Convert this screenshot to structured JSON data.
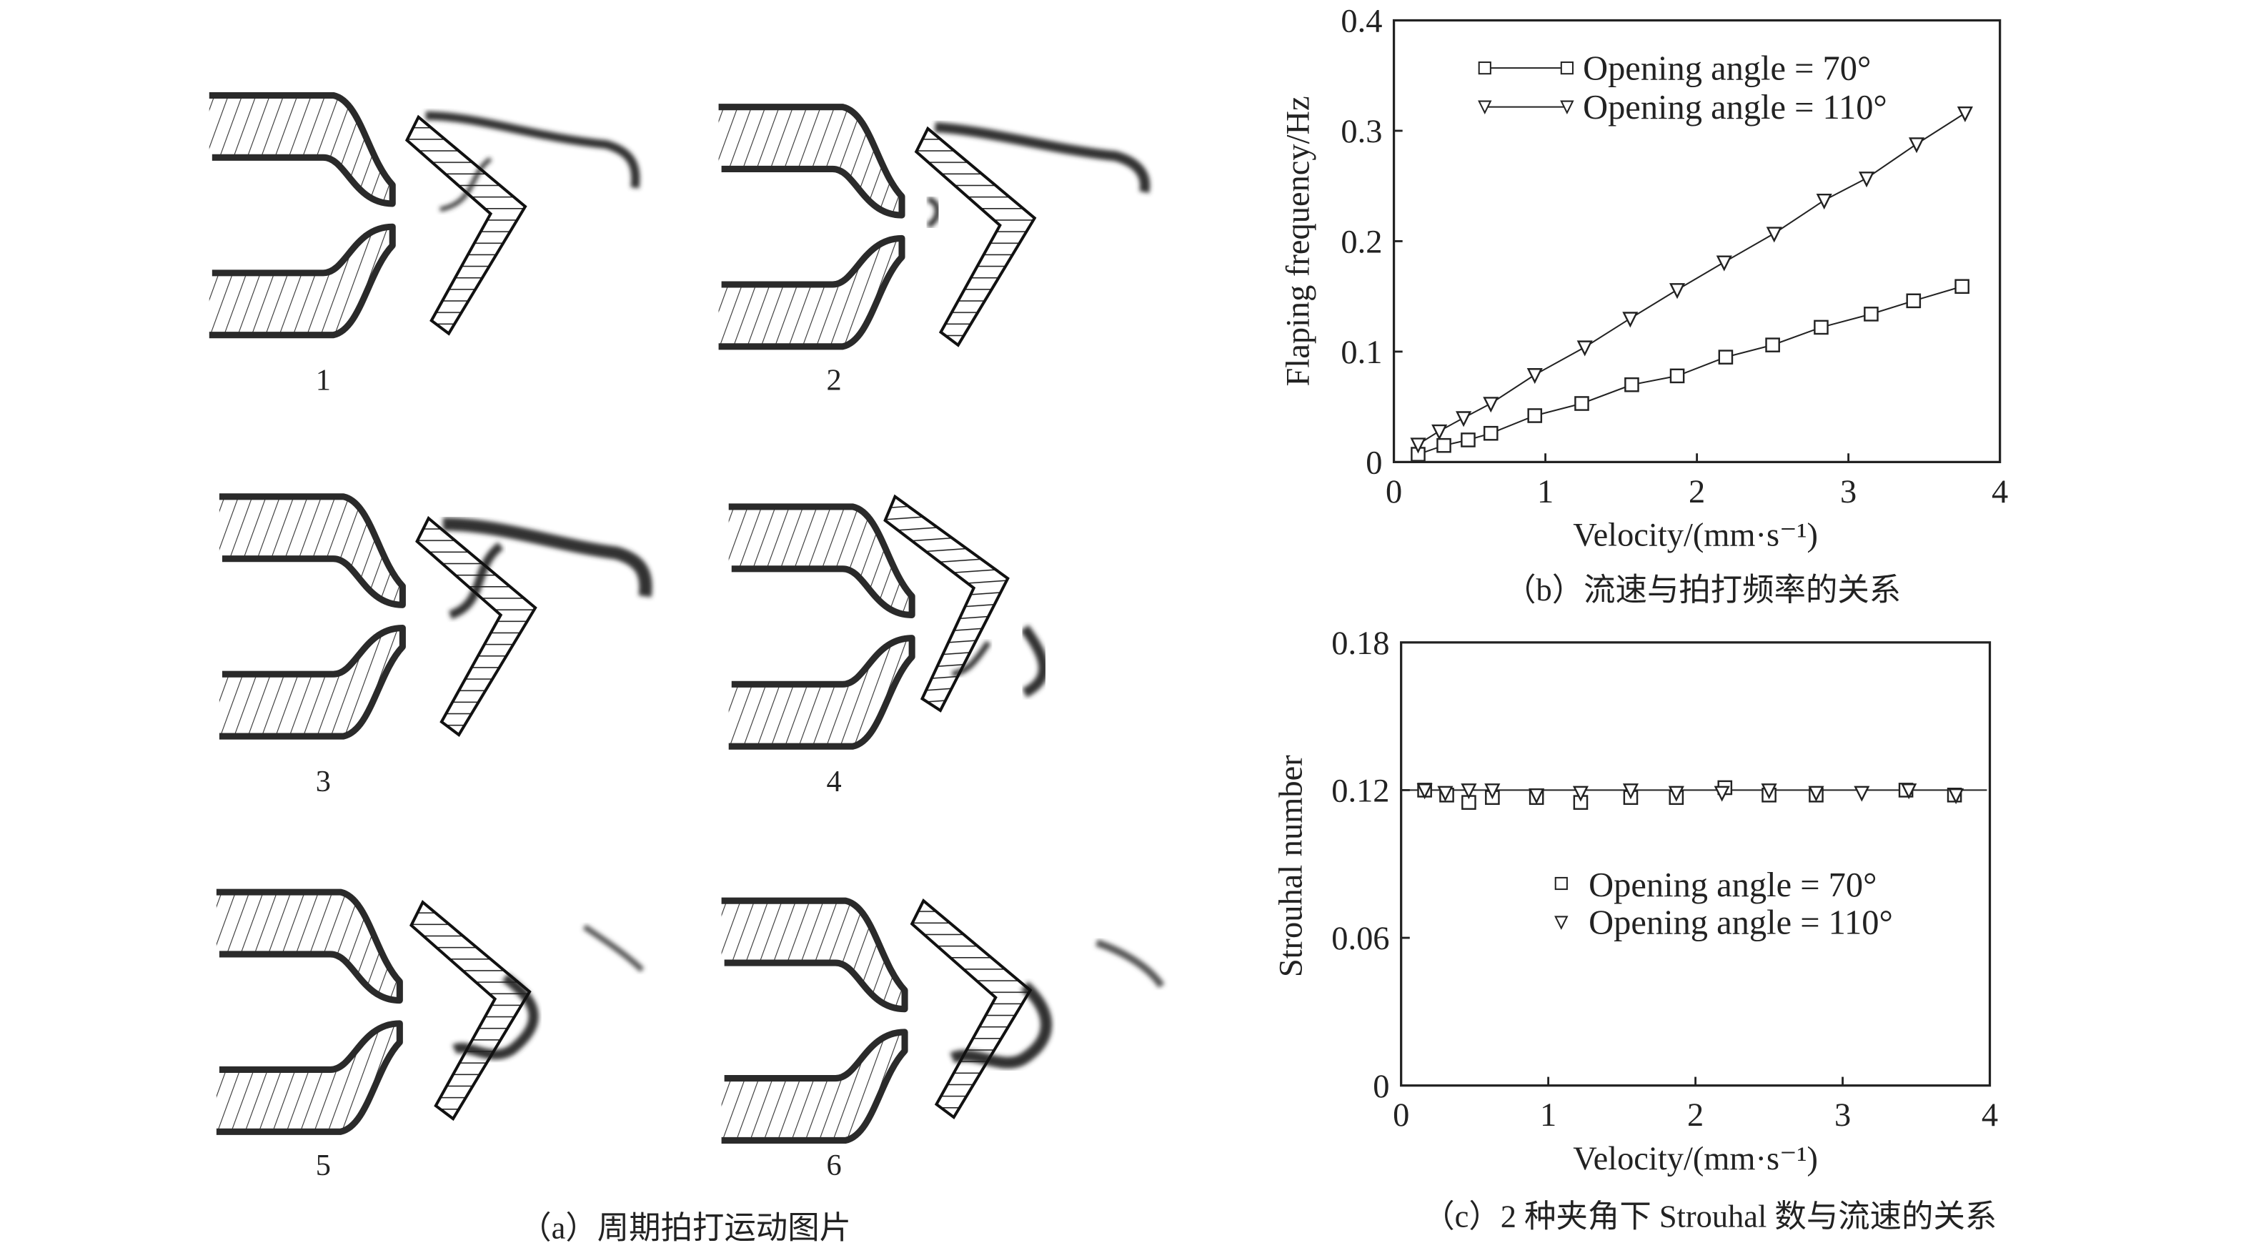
{
  "panel_a": {
    "frame_labels": [
      "1",
      "2",
      "3",
      "4",
      "5",
      "6"
    ],
    "caption": "（a）周期拍打运动图片"
  },
  "chart_data": [
    {
      "id": "b",
      "type": "line",
      "caption": "（b）流速与拍打频率的关系",
      "xlabel": "Velocity/(mm·s⁻¹)",
      "ylabel": "Flaping frequency/Hz",
      "xlim": [
        0,
        4
      ],
      "ylim": [
        0,
        0.4
      ],
      "xticks": [
        "0",
        "1",
        "2",
        "3",
        "4"
      ],
      "yticks": [
        "0",
        "0.1",
        "0.2",
        "0.3",
        "0.4"
      ],
      "legend_position": "top-right",
      "series": [
        {
          "name": "Opening angle = 70°",
          "marker": "square",
          "x": [
            0.16,
            0.33,
            0.49,
            0.64,
            0.93,
            1.24,
            1.57,
            1.87,
            2.19,
            2.5,
            2.82,
            3.15,
            3.43,
            3.75
          ],
          "y": [
            0.007,
            0.015,
            0.02,
            0.026,
            0.042,
            0.053,
            0.07,
            0.078,
            0.095,
            0.106,
            0.122,
            0.134,
            0.146,
            0.159
          ]
        },
        {
          "name": "Opening angle = 110°",
          "marker": "triangle-down",
          "x": [
            0.16,
            0.3,
            0.46,
            0.64,
            0.93,
            1.26,
            1.56,
            1.87,
            2.18,
            2.51,
            2.84,
            3.12,
            3.45,
            3.77
          ],
          "y": [
            0.016,
            0.028,
            0.04,
            0.053,
            0.079,
            0.104,
            0.13,
            0.156,
            0.181,
            0.207,
            0.237,
            0.257,
            0.288,
            0.316
          ]
        }
      ]
    },
    {
      "id": "c",
      "type": "scatter",
      "caption": "（c）2 种夹角下 Strouhal 数与流速的关系",
      "xlabel": "Velocity/(mm·s⁻¹)",
      "ylabel": "Strouhal number",
      "xlim": [
        0,
        4
      ],
      "ylim": [
        0,
        0.18
      ],
      "xticks": [
        "0",
        "1",
        "2",
        "3",
        "4"
      ],
      "yticks": [
        "0",
        "0.06",
        "0.12",
        "0.18"
      ],
      "reference_line": 0.12,
      "legend_position": "center-right",
      "series": [
        {
          "name": "Opening angle = 70°",
          "marker": "square",
          "x": [
            0.16,
            0.31,
            0.46,
            0.62,
            0.92,
            1.22,
            1.56,
            1.87,
            2.2,
            2.5,
            2.82,
            3.43,
            3.76
          ],
          "y": [
            0.12,
            0.118,
            0.115,
            0.117,
            0.117,
            0.115,
            0.117,
            0.117,
            0.121,
            0.118,
            0.118,
            0.12,
            0.118
          ]
        },
        {
          "name": "Opening angle = 110°",
          "marker": "triangle-down",
          "x": [
            0.16,
            0.3,
            0.46,
            0.62,
            0.92,
            1.22,
            1.56,
            1.87,
            2.18,
            2.5,
            2.82,
            3.13,
            3.45,
            3.77
          ],
          "y": [
            0.12,
            0.119,
            0.12,
            0.12,
            0.118,
            0.119,
            0.12,
            0.119,
            0.119,
            0.12,
            0.119,
            0.119,
            0.12,
            0.118
          ]
        }
      ]
    }
  ]
}
